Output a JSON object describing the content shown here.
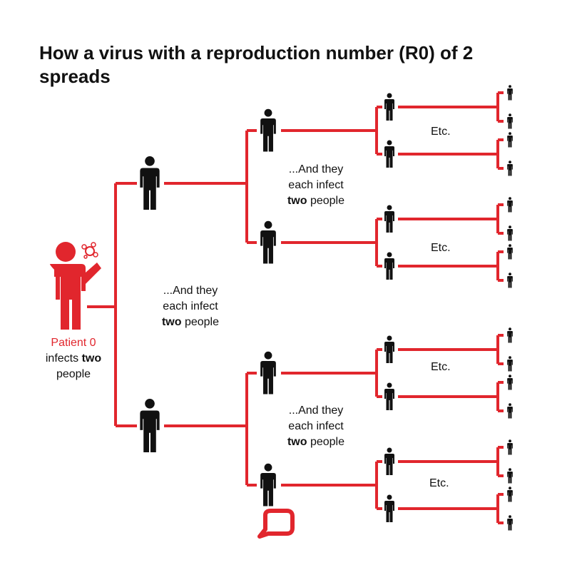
{
  "title": "How a virus with a reproduction number (R0) of 2 spreads",
  "patient": {
    "name": "Patient 0",
    "line1_pre": "infects ",
    "line1_bold": "two",
    "line2": "people"
  },
  "level1_label": {
    "line1": "...And they",
    "line2": "each infect",
    "bold": "two",
    "rest": " people"
  },
  "level2_label": {
    "line1": "...And they",
    "line2": "each infect",
    "bold": "two",
    "rest": " people"
  },
  "etc_label": "Etc.",
  "colors": {
    "accent": "#e1262d",
    "person": "#111111",
    "line": "#e1262d"
  },
  "icons": {
    "patient": "sneezing-person-icon",
    "person": "person-icon",
    "logo": "speech-bubble-logo-icon"
  }
}
